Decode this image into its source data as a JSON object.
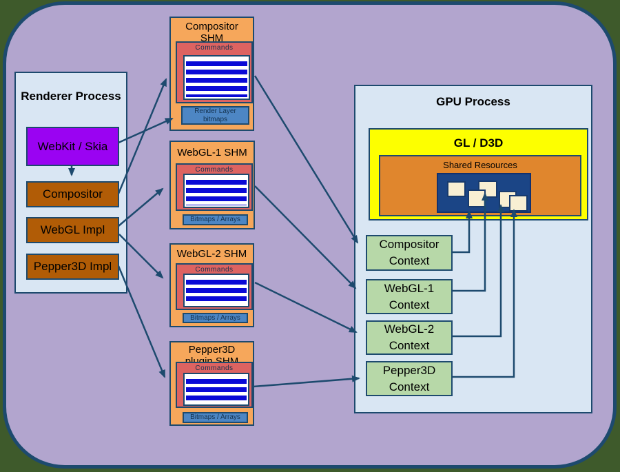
{
  "palette": {
    "outer_background": "#3e5a2b",
    "panel_purple": "#b2a5ce",
    "border_navy": "#1d4a6e",
    "process_blue": "#d9e6f3",
    "webkit_violet": "#9a03f2",
    "impl_brown": "#b15c06",
    "shm_orange": "#f6a75b",
    "commands_red": "#dd6361",
    "stripe_blue": "#0a0ad6",
    "bitmap_steel_blue": "#4d86c4",
    "gl_yellow": "#fdff00",
    "shared_orange": "#e0862d",
    "resource_navy": "#1b4586",
    "resource_cream": "#f8efd3",
    "context_green": "#b7d8a8"
  },
  "renderer_process": {
    "title": "Renderer Process",
    "blocks": [
      {
        "label": "WebKit / Skia"
      },
      {
        "label": "Compositor"
      },
      {
        "label": "WebGL Impl"
      },
      {
        "label": "Pepper3D Impl"
      }
    ]
  },
  "shm_column": [
    {
      "title_lines": [
        "Compositor",
        "SHM"
      ],
      "commands_label": "Commands",
      "bottom_lines": [
        "Render Layer",
        "bitmaps"
      ]
    },
    {
      "title_lines": [
        "WebGL-1 SHM"
      ],
      "commands_label": "Commands",
      "bottom_lines": [
        "Bitmaps / Arrays"
      ]
    },
    {
      "title_lines": [
        "WebGL-2 SHM"
      ],
      "commands_label": "Commands",
      "bottom_lines": [
        "Bitmaps / Arrays"
      ]
    },
    {
      "title_lines": [
        "Pepper3D",
        "plugin SHM"
      ],
      "commands_label": "Commands",
      "bottom_lines": [
        "Bitmaps / Arrays"
      ]
    }
  ],
  "gpu_process": {
    "title": "GPU Process",
    "gl_d3d_label": "GL / D3D",
    "shared_resources_label": "Shared Resources",
    "contexts": [
      {
        "lines": [
          "Compositor",
          "Context"
        ]
      },
      {
        "lines": [
          "WebGL-1",
          "Context"
        ]
      },
      {
        "lines": [
          "WebGL-2",
          "Context"
        ]
      },
      {
        "lines": [
          "Pepper3D",
          "Context"
        ]
      }
    ]
  },
  "connections": [
    {
      "from": "WebKit / Skia",
      "to": "Render Layer bitmaps"
    },
    {
      "from": "WebKit / Skia",
      "to": "Compositor"
    },
    {
      "from": "Compositor",
      "to": "Compositor SHM"
    },
    {
      "from": "WebGL Impl",
      "to": "WebGL-1 SHM"
    },
    {
      "from": "WebGL Impl",
      "to": "WebGL-2 SHM"
    },
    {
      "from": "Pepper3D Impl",
      "to": "Pepper3D plugin SHM"
    },
    {
      "from": "Compositor SHM",
      "to": "Compositor Context"
    },
    {
      "from": "WebGL-1 SHM",
      "to": "WebGL-1 Context"
    },
    {
      "from": "WebGL-2 SHM",
      "to": "WebGL-2 Context"
    },
    {
      "from": "Pepper3D plugin SHM",
      "to": "Pepper3D Context"
    },
    {
      "from": "Compositor Context",
      "to": "Shared Resources"
    },
    {
      "from": "WebGL-1 Context",
      "to": "Shared Resources"
    },
    {
      "from": "WebGL-2 Context",
      "to": "Shared Resources"
    },
    {
      "from": "Pepper3D Context",
      "to": "Shared Resources"
    }
  ]
}
